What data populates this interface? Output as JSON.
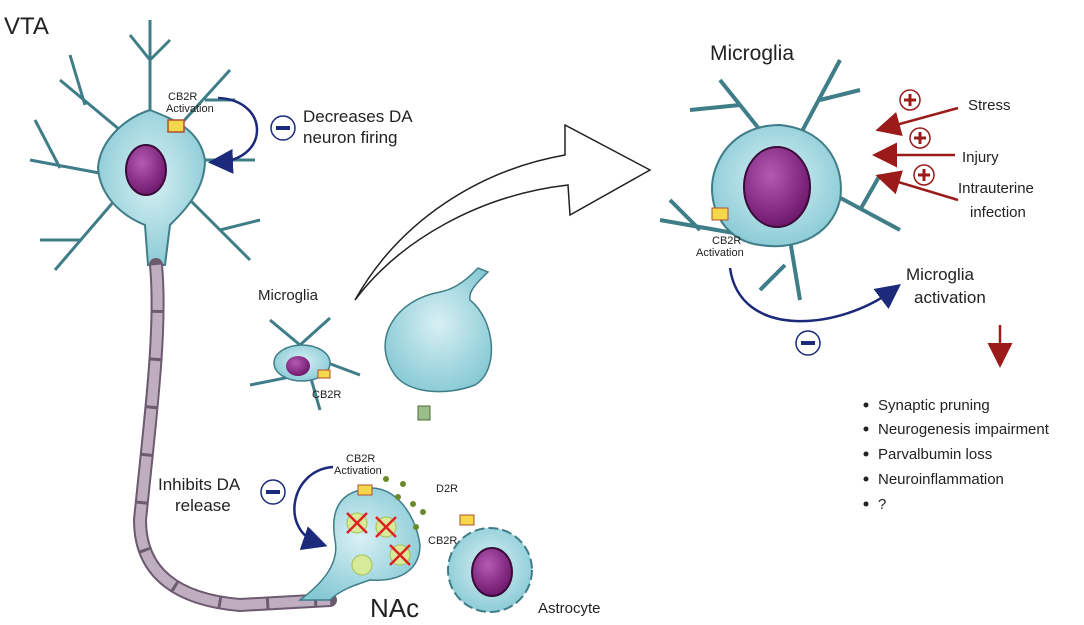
{
  "labels": {
    "vta": "VTA",
    "cb2r_activation_top_1": "CB2R",
    "cb2r_activation_top_2": "Activation",
    "decreases_1": "Decreases DA",
    "decreases_2": "neuron firing",
    "microglia_small": "Microglia",
    "cb2r_small": "CB2R",
    "inhibits_1": "Inhibits DA",
    "inhibits_2": "release",
    "cb2r_terminal_1": "CB2R",
    "cb2r_terminal_2": "Activation",
    "d2r": "D2R",
    "cb2r_astro": "CB2R",
    "nac": "NAc",
    "astrocyte": "Astrocyte",
    "microglia_big": "Microglia",
    "stress": "Stress",
    "injury": "Injury",
    "intrauterine_1": "Intrauterine",
    "intrauterine_2": "infection",
    "cb2r_big_1": "CB2R",
    "cb2r_big_2": "Activation",
    "activation_1": "Microglia",
    "activation_2": "activation"
  },
  "outcomes": [
    "Synaptic pruning",
    "Neurogenesis impairment",
    "Parvalbumin loss",
    "Neuroinflammation",
    "?"
  ],
  "colors": {
    "cell": "#9fd6df",
    "nucleus": "#7a1f78",
    "axon": "#bfaec0",
    "blue_arrow": "#1b2a7a",
    "red_arrow": "#9b1b1b"
  }
}
